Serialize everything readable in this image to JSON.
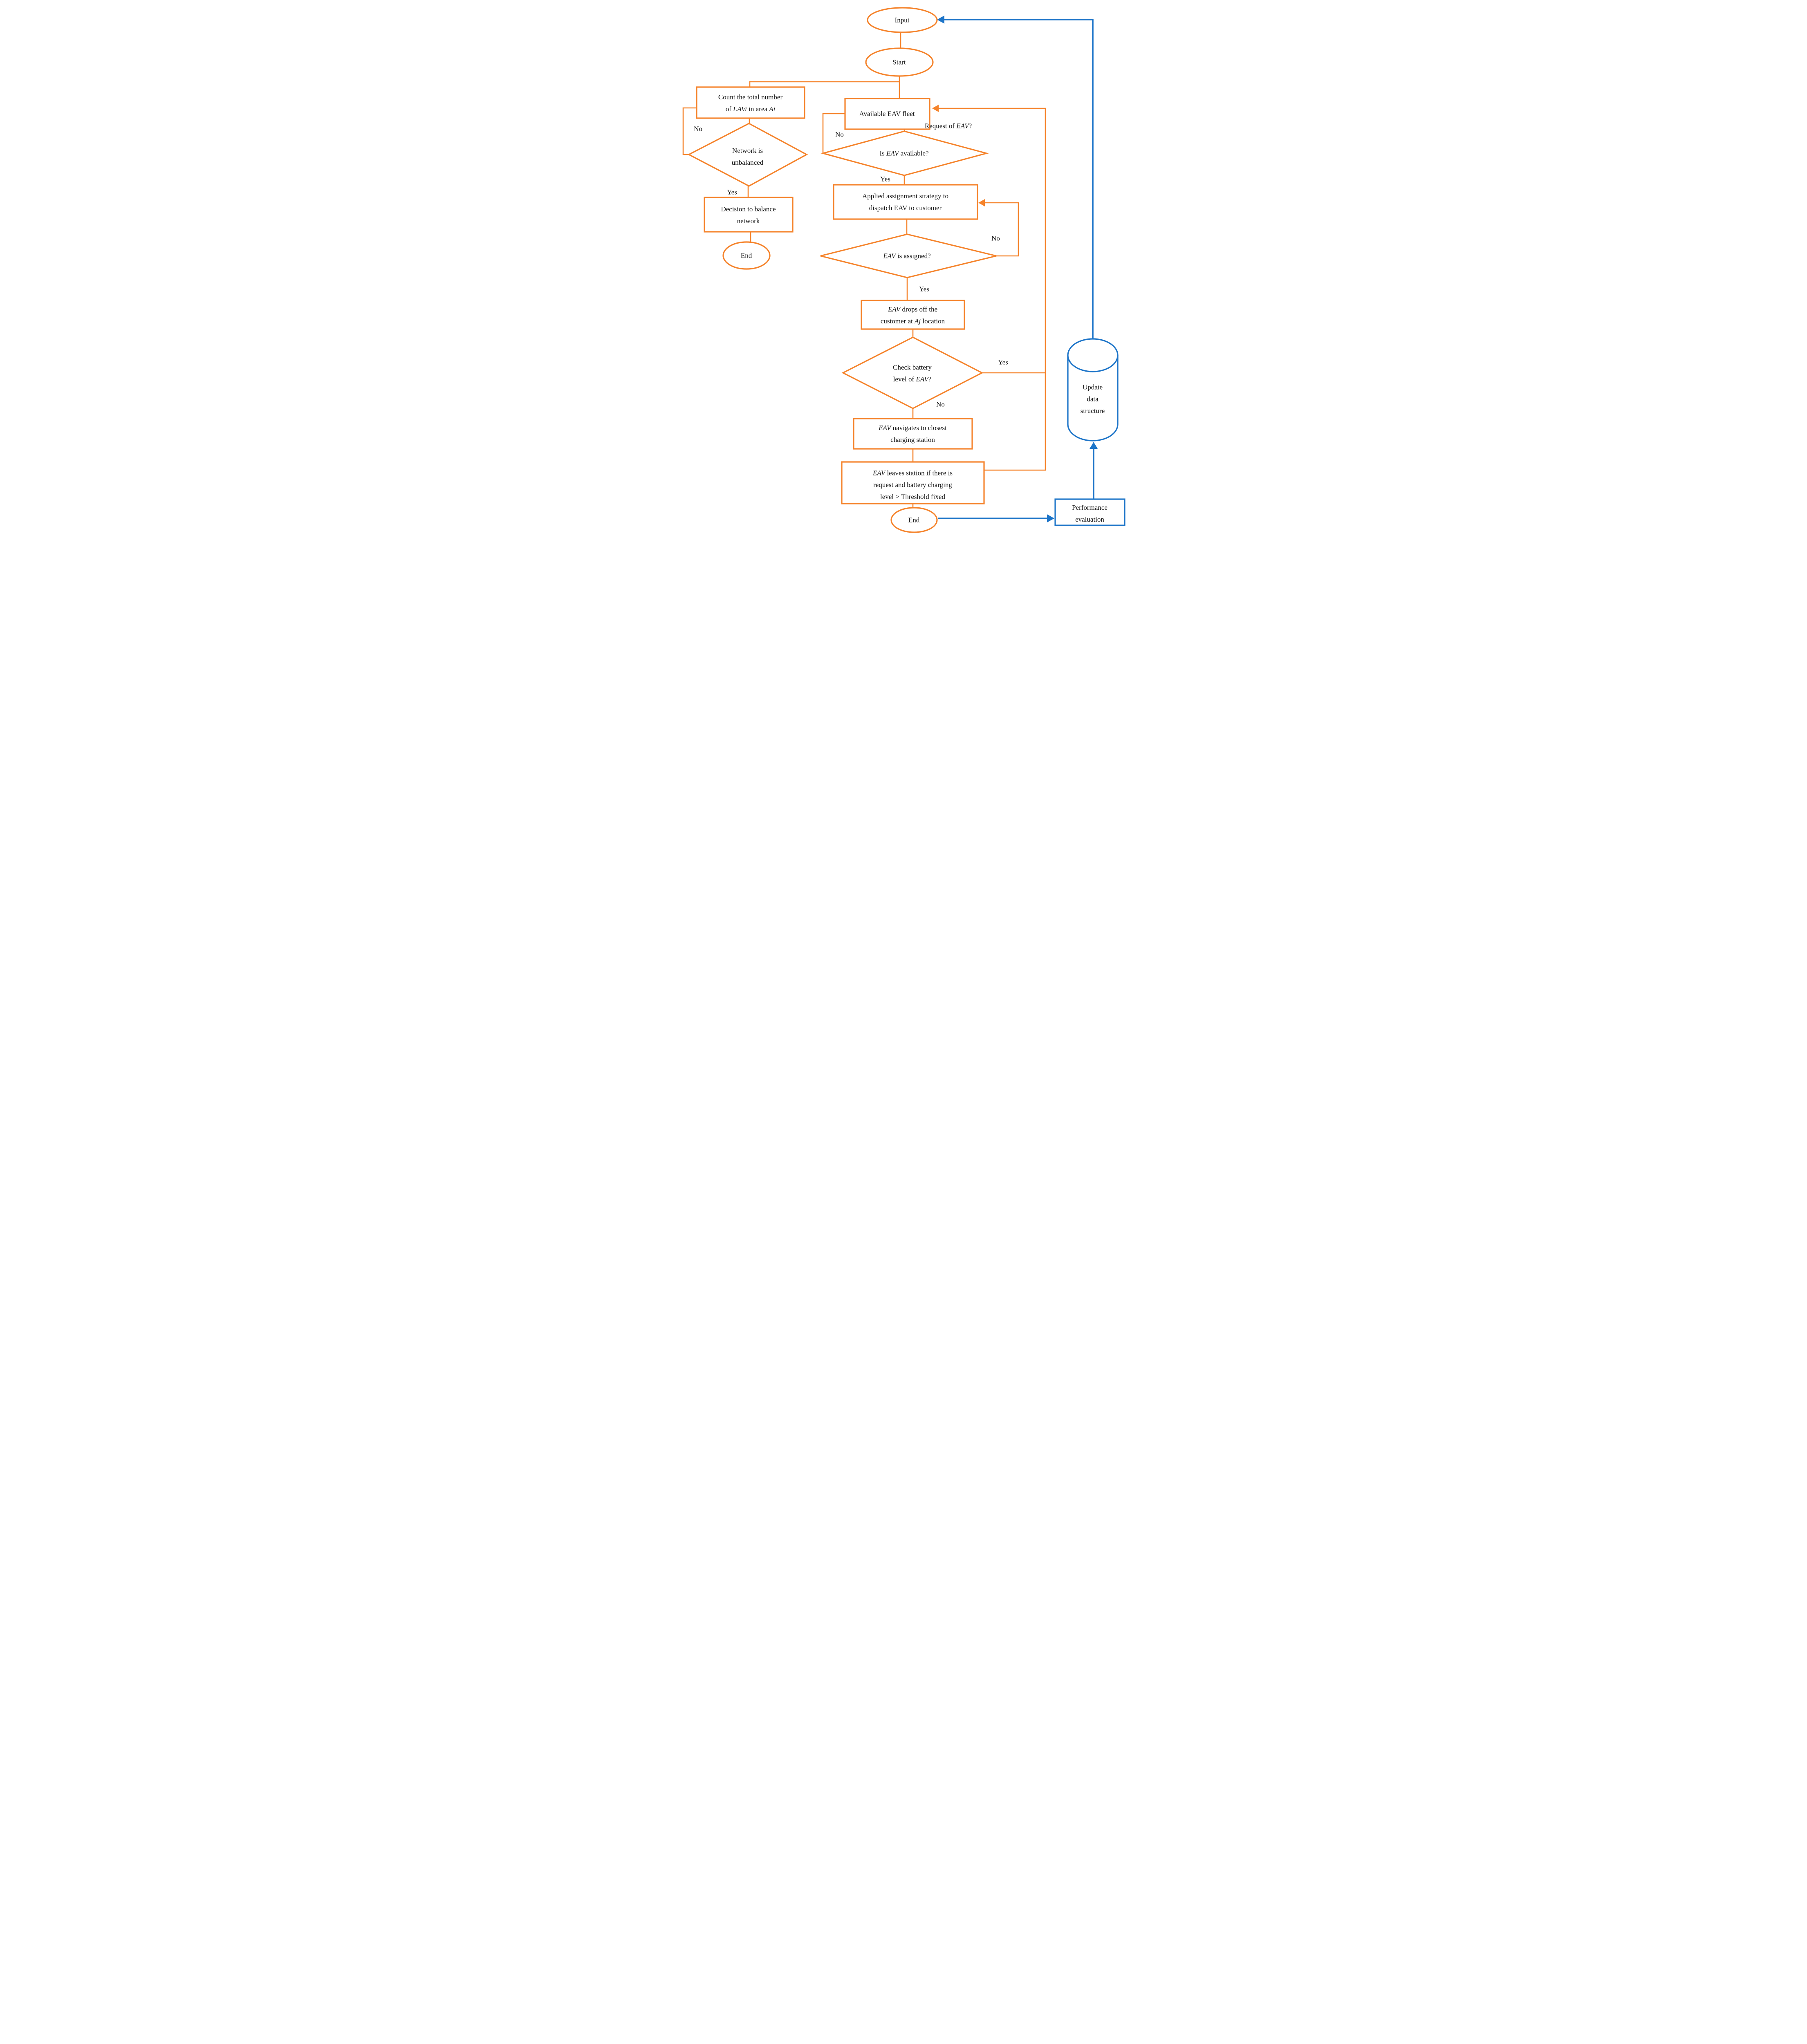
{
  "colors": {
    "orange": "#F5832B",
    "blue": "#1C74C8",
    "text": "#141414",
    "background": "#FFFFFF"
  },
  "nodes": {
    "input": {
      "label": "Input"
    },
    "start": {
      "label": "Start"
    },
    "count": {
      "label": "Count the total number\nof *EAVi* in area *Ai*"
    },
    "network_unbalanced": {
      "label": "Network is\nunbalanced"
    },
    "decision_balance": {
      "label": "Decision to balance\nnetwork"
    },
    "end_left": {
      "label": "End"
    },
    "available_fleet": {
      "label": "Available EAV fleet"
    },
    "is_eav_available": {
      "label": "Is *EAV* available?"
    },
    "applied_strategy": {
      "label": "Applied assignment strategy to\ndispatch EAV to customer"
    },
    "eav_assigned": {
      "label": "*EAV* is assigned?"
    },
    "drops_off": {
      "label": "*EAV* drops off the\ncustomer at *Aj* location"
    },
    "check_battery": {
      "label": "Check battery\nlevel of *EAV*?"
    },
    "navigates": {
      "label": "*EAV* navigates to closest\ncharging station"
    },
    "leaves_station": {
      "label": "*EAV* leaves station if there is\nrequest and battery charging\nlevel > Threshold fixed"
    },
    "end_bottom": {
      "label": "End"
    },
    "update_data": {
      "label": "Update\ndata\nstructure"
    },
    "performance": {
      "label": "Performance\nevaluation"
    }
  },
  "edge_labels": {
    "request_of_eav": "Request of *EAV*?",
    "no_network": "No",
    "yes_network": "Yes",
    "no_available": "No",
    "yes_available": "Yes",
    "no_assigned": "No",
    "yes_assigned": "Yes",
    "yes_battery": "Yes",
    "no_battery": "No"
  }
}
